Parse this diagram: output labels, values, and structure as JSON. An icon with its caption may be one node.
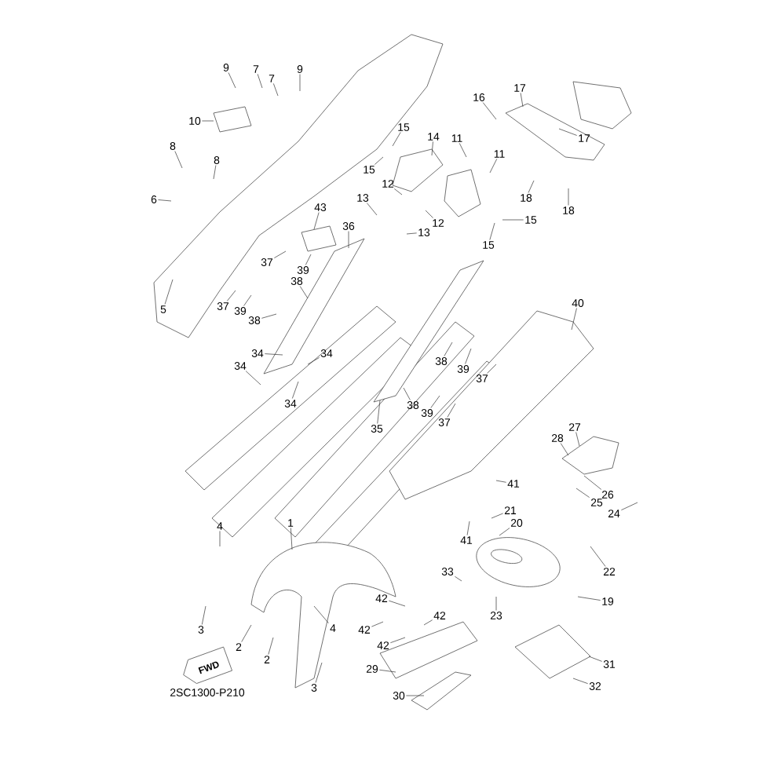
{
  "diagram": {
    "nodes": [
      {
        "text": [
          "17"
        ]
      },
      {
        "text": [
          "9"
        ]
      },
      {
        "text": [
          "7"
        ]
      },
      {
        "text": [
          "9"
        ]
      },
      {
        "text": [
          "7"
        ]
      },
      {
        "text": [
          "16"
        ]
      },
      {
        "text": [
          "10"
        ]
      },
      {
        "text": [
          "15"
        ]
      },
      {
        "text": [
          "14"
        ]
      },
      {
        "text": [
          "11"
        ]
      },
      {
        "text": [
          "17"
        ]
      },
      {
        "text": [
          "8"
        ]
      },
      {
        "text": [
          "11"
        ]
      },
      {
        "text": [
          "8"
        ]
      },
      {
        "text": [
          "15"
        ]
      },
      {
        "text": [
          "12"
        ]
      },
      {
        "text": [
          "13"
        ]
      },
      {
        "text": [
          "18"
        ]
      },
      {
        "text": [
          "6"
        ]
      },
      {
        "text": [
          "43"
        ]
      },
      {
        "text": [
          "18"
        ]
      },
      {
        "text": [
          "15"
        ]
      },
      {
        "text": [
          "12"
        ]
      },
      {
        "text": [
          "36"
        ]
      },
      {
        "text": [
          "13"
        ]
      },
      {
        "text": [
          "15"
        ]
      },
      {
        "text": [
          "37"
        ]
      },
      {
        "text": [
          "39"
        ]
      },
      {
        "text": [
          "38"
        ]
      },
      {
        "text": [
          "40"
        ]
      },
      {
        "text": [
          "37"
        ]
      },
      {
        "text": [
          "5"
        ]
      },
      {
        "text": [
          "39"
        ]
      },
      {
        "text": [
          "38"
        ]
      },
      {
        "text": [
          "34"
        ]
      },
      {
        "text": [
          "34"
        ]
      },
      {
        "text": [
          "38"
        ]
      },
      {
        "text": [
          "34"
        ]
      },
      {
        "text": [
          "39"
        ]
      },
      {
        "text": [
          "37"
        ]
      },
      {
        "text": [
          "34"
        ]
      },
      {
        "text": [
          "38"
        ]
      },
      {
        "text": [
          "39"
        ]
      },
      {
        "text": [
          "37"
        ]
      },
      {
        "text": [
          "27"
        ]
      },
      {
        "text": [
          "35"
        ]
      },
      {
        "text": [
          "28"
        ]
      },
      {
        "text": [
          "41"
        ]
      },
      {
        "text": [
          "26"
        ]
      },
      {
        "text": [
          "25"
        ]
      },
      {
        "text": [
          "21"
        ]
      },
      {
        "text": [
          "24"
        ]
      },
      {
        "text": [
          "1"
        ]
      },
      {
        "text": [
          "20"
        ]
      },
      {
        "text": [
          "4"
        ]
      },
      {
        "text": [
          "41"
        ]
      },
      {
        "text": [
          "33"
        ]
      },
      {
        "text": [
          "22"
        ]
      },
      {
        "text": [
          "19"
        ]
      },
      {
        "text": [
          "42"
        ]
      },
      {
        "text": [
          "23"
        ]
      },
      {
        "text": [
          "42"
        ]
      },
      {
        "text": [
          "4"
        ]
      },
      {
        "text": [
          "3"
        ]
      },
      {
        "text": [
          "42"
        ]
      },
      {
        "text": [
          "42"
        ]
      },
      {
        "text": [
          "2"
        ]
      },
      {
        "text": [
          "2"
        ]
      },
      {
        "text": [
          "31"
        ]
      },
      {
        "text": [
          "29"
        ]
      },
      {
        "text": [
          "3"
        ]
      },
      {
        "text": [
          "32"
        ]
      },
      {
        "text": [
          "30"
        ]
      }
    ],
    "edges": [
      {
        "from": 0,
        "to": null,
        "arrow": "none"
      },
      {
        "from": 1,
        "to": null,
        "arrow": "none"
      },
      {
        "from": 2,
        "to": null,
        "arrow": "none"
      },
      {
        "from": 3,
        "to": null,
        "arrow": "none"
      },
      {
        "from": 4,
        "to": null,
        "arrow": "none"
      },
      {
        "from": 5,
        "to": null,
        "arrow": "none"
      },
      {
        "from": 6,
        "to": null,
        "arrow": "none"
      },
      {
        "from": 7,
        "to": null,
        "arrow": "none"
      },
      {
        "from": 8,
        "to": null,
        "arrow": "none"
      },
      {
        "from": 9,
        "to": null,
        "arrow": "none"
      },
      {
        "from": 10,
        "to": null,
        "arrow": "none"
      },
      {
        "from": 11,
        "to": null,
        "arrow": "none"
      },
      {
        "from": 12,
        "to": null,
        "arrow": "none"
      },
      {
        "from": 13,
        "to": null,
        "arrow": "none"
      },
      {
        "from": 14,
        "to": null,
        "arrow": "none"
      },
      {
        "from": 15,
        "to": null,
        "arrow": "none"
      },
      {
        "from": 16,
        "to": null,
        "arrow": "none"
      },
      {
        "from": 17,
        "to": null,
        "arrow": "none"
      },
      {
        "from": 18,
        "to": null,
        "arrow": "none"
      },
      {
        "from": 19,
        "to": null,
        "arrow": "none"
      },
      {
        "from": 20,
        "to": null,
        "arrow": "none"
      },
      {
        "from": 21,
        "to": null,
        "arrow": "none"
      },
      {
        "from": 22,
        "to": null,
        "arrow": "none"
      },
      {
        "from": 23,
        "to": null,
        "arrow": "none"
      },
      {
        "from": 24,
        "to": null,
        "arrow": "none"
      },
      {
        "from": 25,
        "to": null,
        "arrow": "none"
      },
      {
        "from": 26,
        "to": null,
        "arrow": "none"
      },
      {
        "from": 27,
        "to": null,
        "arrow": "none"
      },
      {
        "from": 28,
        "to": null,
        "arrow": "none"
      },
      {
        "from": 29,
        "to": null,
        "arrow": "none"
      },
      {
        "from": 30,
        "to": null,
        "arrow": "none"
      },
      {
        "from": 31,
        "to": null,
        "arrow": "none"
      },
      {
        "from": 32,
        "to": null,
        "arrow": "none"
      },
      {
        "from": 33,
        "to": null,
        "arrow": "none"
      },
      {
        "from": 34,
        "to": null,
        "arrow": "none"
      },
      {
        "from": 35,
        "to": null,
        "arrow": "none"
      },
      {
        "from": 36,
        "to": null,
        "arrow": "none"
      },
      {
        "from": 37,
        "to": null,
        "arrow": "none"
      },
      {
        "from": 38,
        "to": null,
        "arrow": "none"
      },
      {
        "from": 39,
        "to": null,
        "arrow": "none"
      },
      {
        "from": 40,
        "to": null,
        "arrow": "none"
      },
      {
        "from": 41,
        "to": null,
        "arrow": "none"
      },
      {
        "from": 42,
        "to": null,
        "arrow": "none"
      },
      {
        "from": 43,
        "to": null,
        "arrow": "none"
      },
      {
        "from": 44,
        "to": null,
        "arrow": "none"
      },
      {
        "from": 45,
        "to": null,
        "arrow": "none"
      },
      {
        "from": 46,
        "to": null,
        "arrow": "none"
      },
      {
        "from": 47,
        "to": null,
        "arrow": "none"
      },
      {
        "from": 48,
        "to": null,
        "arrow": "none"
      },
      {
        "from": 49,
        "to": null,
        "arrow": "none"
      },
      {
        "from": 50,
        "to": null,
        "arrow": "none"
      },
      {
        "from": 51,
        "to": null,
        "arrow": "none"
      },
      {
        "from": 52,
        "to": null,
        "arrow": "none"
      },
      {
        "from": 53,
        "to": null,
        "arrow": "none"
      },
      {
        "from": 54,
        "to": null,
        "arrow": "none"
      },
      {
        "from": 55,
        "to": null,
        "arrow": "none"
      },
      {
        "from": 56,
        "to": null,
        "arrow": "none"
      },
      {
        "from": 57,
        "to": null,
        "arrow": "none"
      },
      {
        "from": 58,
        "to": null,
        "arrow": "none"
      },
      {
        "from": 59,
        "to": null,
        "arrow": "none"
      },
      {
        "from": 60,
        "to": null,
        "arrow": "none"
      },
      {
        "from": 61,
        "to": null,
        "arrow": "none"
      },
      {
        "from": 62,
        "to": null,
        "arrow": "none"
      },
      {
        "from": 63,
        "to": null,
        "arrow": "none"
      },
      {
        "from": 64,
        "to": null,
        "arrow": "none"
      },
      {
        "from": 65,
        "to": null,
        "arrow": "none"
      },
      {
        "from": 66,
        "to": null,
        "arrow": "none"
      },
      {
        "from": 67,
        "to": null,
        "arrow": "none"
      },
      {
        "from": 68,
        "to": null,
        "arrow": "none"
      },
      {
        "from": 69,
        "to": null,
        "arrow": "none"
      },
      {
        "from": 70,
        "to": null,
        "arrow": "none"
      },
      {
        "from": 71,
        "to": null,
        "arrow": "none"
      },
      {
        "from": 72,
        "to": null,
        "arrow": "none"
      }
    ],
    "labels": [
      "FWD",
      "2SC1300-P210"
    ]
  }
}
